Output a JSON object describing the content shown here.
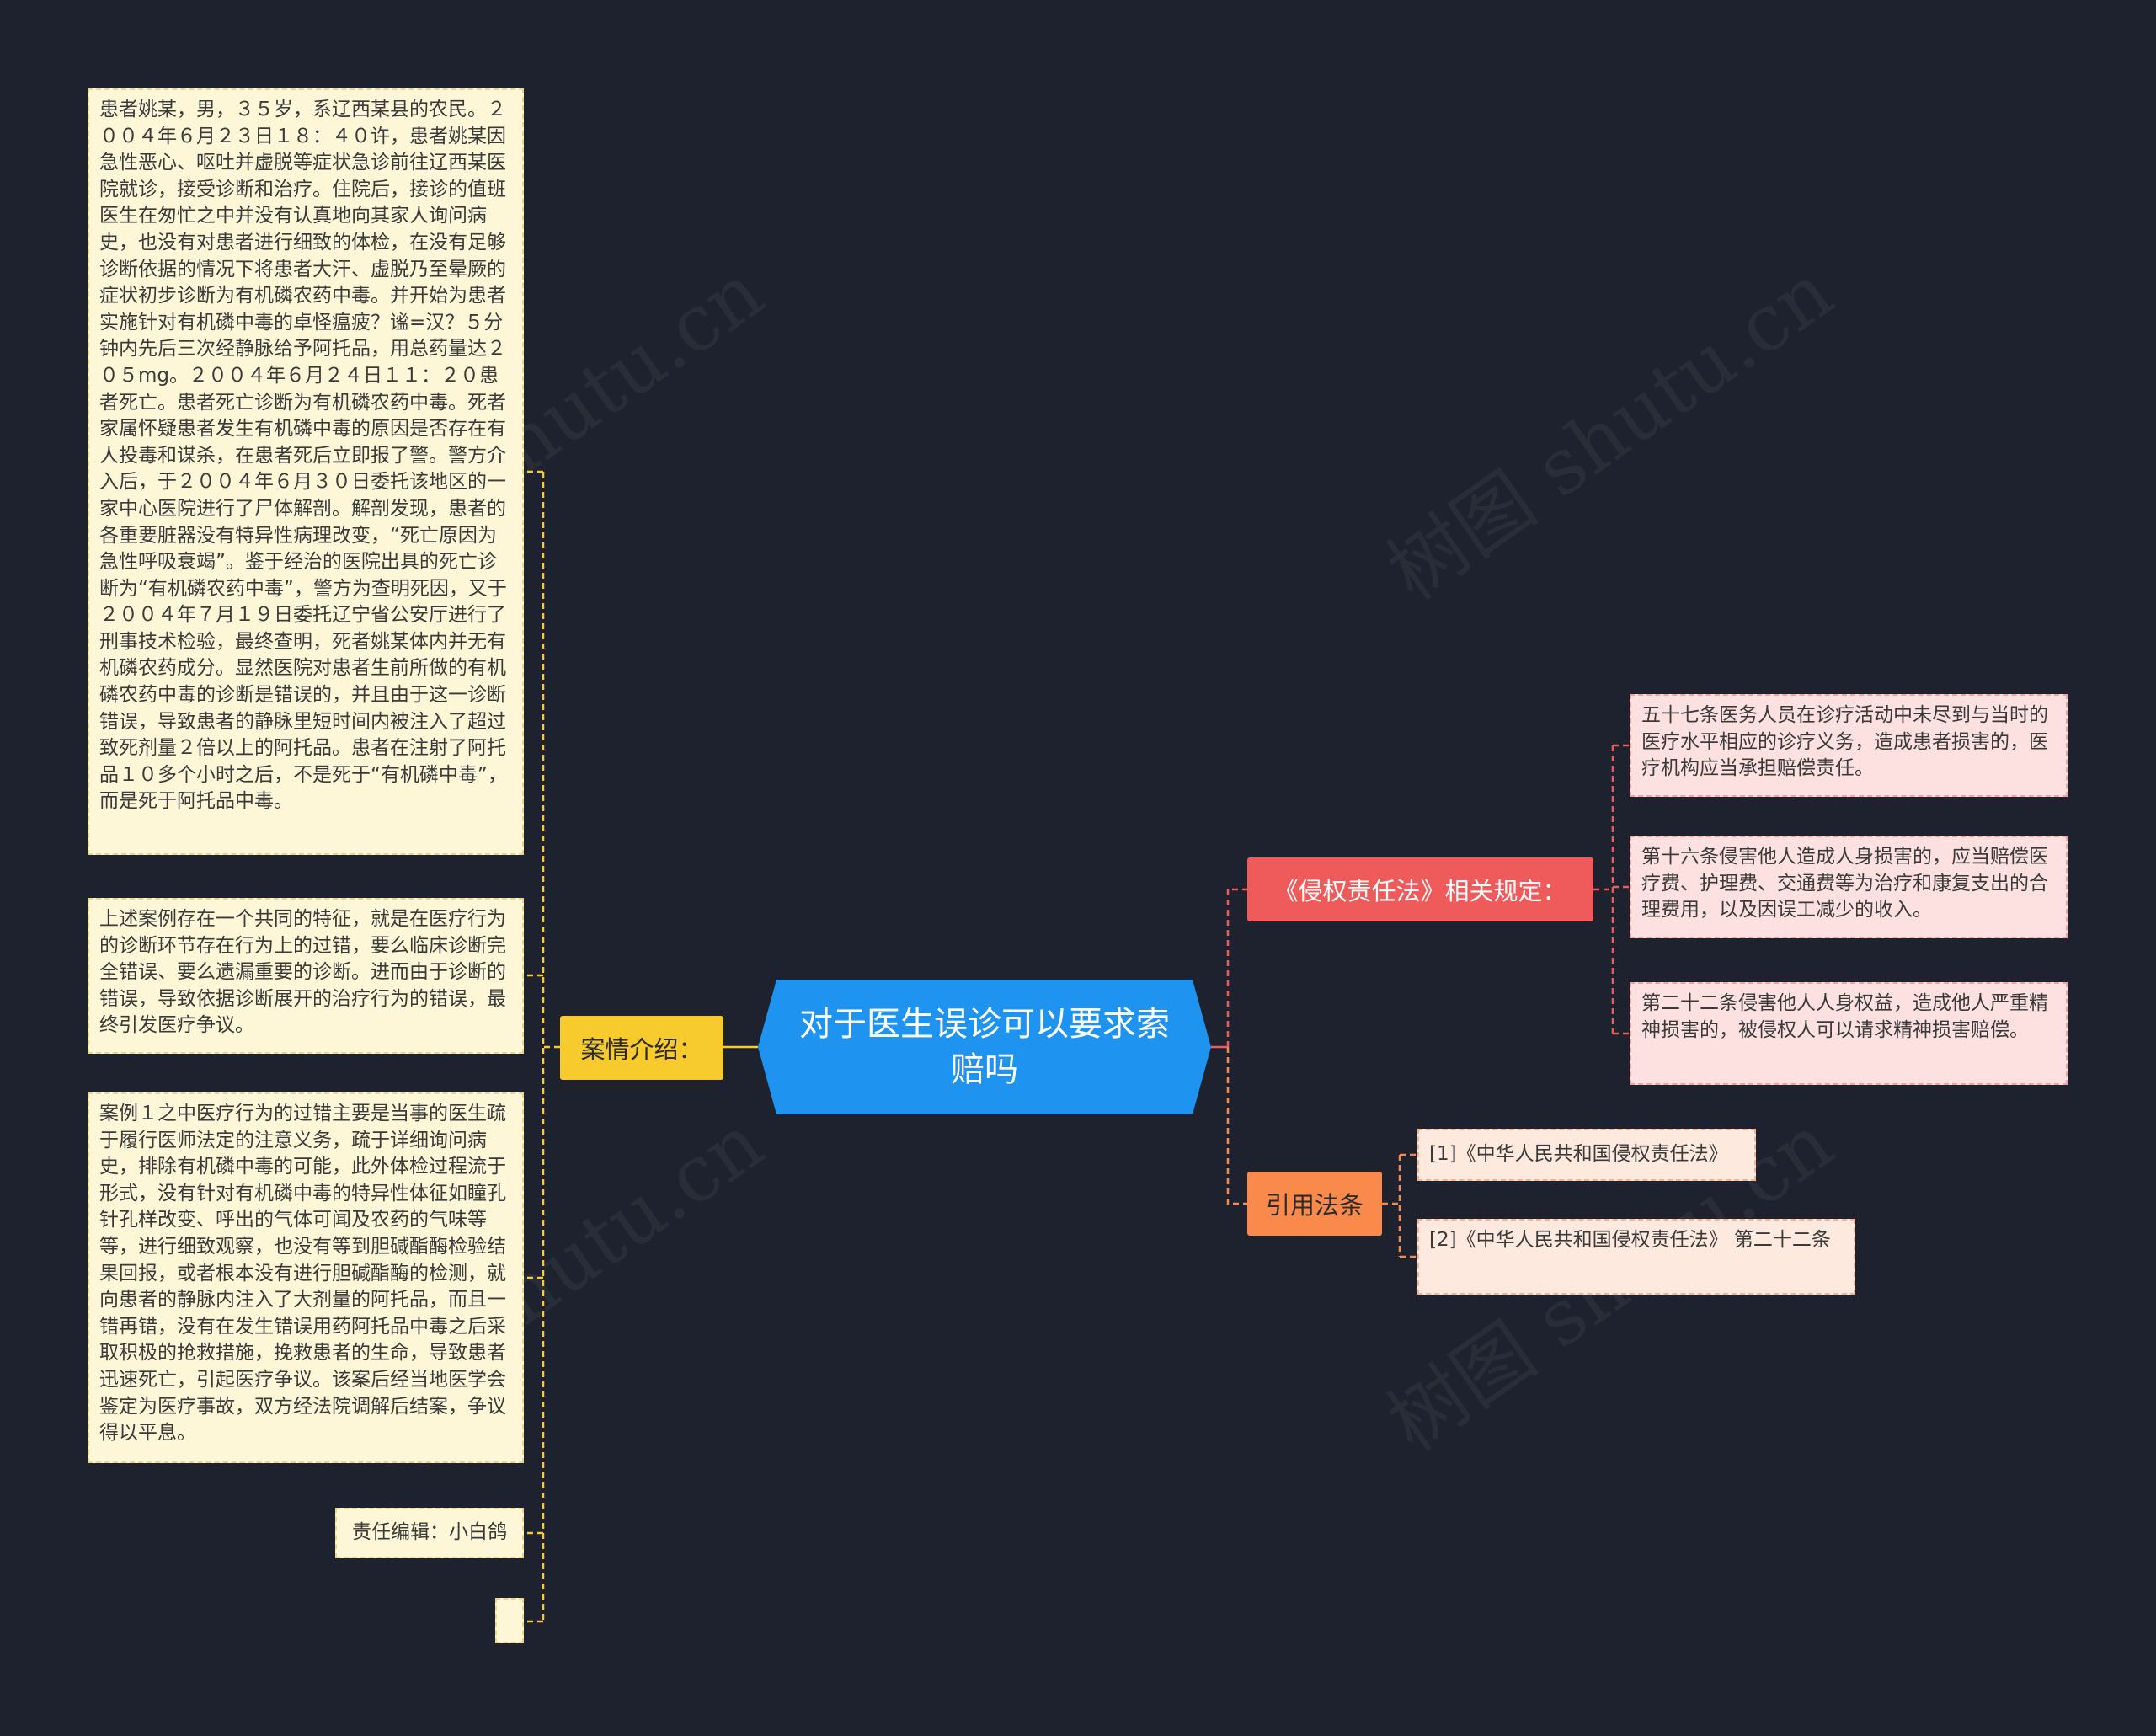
{
  "root": {
    "title": "对于医生误诊可以要求索赔吗"
  },
  "branches": {
    "case": {
      "label": "案情介绍：",
      "items": [
        "患者姚某，男，３５岁，系辽西某县的农民。２００４年６月２３日１８：４０许，患者姚某因急性恶心、呕吐并虚脱等症状急诊前往辽西某医院就诊，接受诊断和治疗。住院后，接诊的值班医生在匆忙之中并没有认真地向其家人询问病史，也没有对患者进行细致的体检，在没有足够诊断依据的情况下将患者大汗、虚脱乃至晕厥的症状初步诊断为有机磷农药中毒。并开始为患者实施针对有机磷中毒的卓怪瘟疲？谧=汉？５分钟内先后三次经静脉给予阿托品，用总药量达２０５mg。２００４年６月２４日１１：２０患者死亡。患者死亡诊断为有机磷农药中毒。死者家属怀疑患者发生有机磷中毒的原因是否存在有人投毒和谋杀，在患者死后立即报了警。警方介入后，于２００４年６月３０日委托该地区的一家中心医院进行了尸体解剖。解剖发现，患者的各重要脏器没有特异性病理改变，“死亡原因为急性呼吸衰竭”。鉴于经治的医院出具的死亡诊断为“有机磷农药中毒”，警方为查明死因，又于２００４年７月１９日委托辽宁省公安厅进行了刑事技术检验，最终查明，死者姚某体内并无有机磷农药成分。显然医院对患者生前所做的有机磷农药中毒的诊断是错误的，并且由于这一诊断错误，导致患者的静脉里短时间内被注入了超过致死剂量２倍以上的阿托品。患者在注射了阿托品１０多个小时之后，不是死于“有机磷中毒”，而是死于阿托品中毒。",
        "上述案例存在一个共同的特征，就是在医疗行为的诊断环节存在行为上的过错，要么临床诊断完全错误、要么遗漏重要的诊断。进而由于诊断的错误，导致依据诊断展开的治疗行为的错误，最终引发医疗争议。",
        "案例１之中医疗行为的过错主要是当事的医生疏于履行医师法定的注意义务，疏于详细询问病史，排除有机磷中毒的可能，此外体检过程流于形式，没有针对有机磷中毒的特异性体征如瞳孔针孔样改变、呼出的气体可闻及农药的气味等等，进行细致观察，也没有等到胆碱酯酶检验结果回报，或者根本没有进行胆碱酯酶的检测，就向患者的静脉内注入了大剂量的阿托品，而且一错再错，没有在发生错误用药阿托品中毒之后采取积极的抢救措施，挽救患者的生命，导致患者迅速死亡，引起医疗争议。该案后经当地医学会鉴定为医疗事故，双方经法院调解后结案，争议得以平息。",
        "责任编辑：小白鸽",
        ""
      ]
    },
    "law": {
      "label": "《侵权责任法》相关规定：",
      "items": [
        "五十七条医务人员在诊疗活动中未尽到与当时的医疗水平相应的诊疗义务，造成患者损害的，医疗机构应当承担赔偿责任。",
        "第十六条侵害他人造成人身损害的，应当赔偿医疗费、护理费、交通费等为治疗和康复支出的合理费用，以及因误工减少的收入。",
        "第二十二条侵害他人人身权益，造成他人严重精神损害的，被侵权人可以请求精神损害赔偿。"
      ]
    },
    "cite": {
      "label": "引用法条",
      "items": [
        "[1]《中华人民共和国侵权责任法》",
        "[2]《中华人民共和国侵权责任法》 第二十二条"
      ]
    }
  },
  "watermark": "树图 shutu.cn",
  "colors": {
    "background": "#1e222e",
    "root": "#1e93f0",
    "case": "#f7cb2e",
    "law": "#ef5b5b",
    "cite": "#f98a4c"
  }
}
